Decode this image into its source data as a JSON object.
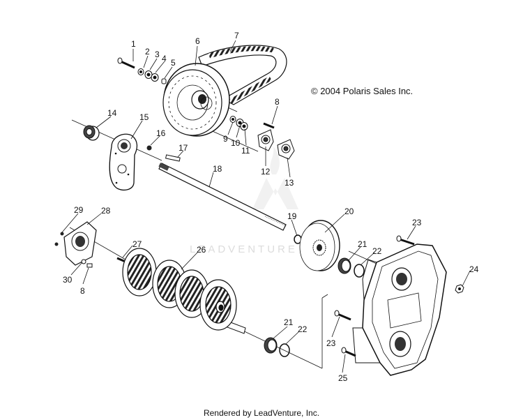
{
  "copyright": "© 2004 Polaris Sales Inc.",
  "footer": "Rendered by LeadVenture, Inc.",
  "watermark": "LEADVENTURE",
  "callouts": [
    {
      "id": "p1",
      "text": "1"
    },
    {
      "id": "p2",
      "text": "2"
    },
    {
      "id": "p3",
      "text": "3"
    },
    {
      "id": "p4",
      "text": "4"
    },
    {
      "id": "p5",
      "text": "5"
    },
    {
      "id": "p6",
      "text": "6"
    },
    {
      "id": "p7",
      "text": "7"
    },
    {
      "id": "p8a",
      "text": "8"
    },
    {
      "id": "p9",
      "text": "9"
    },
    {
      "id": "p10",
      "text": "10"
    },
    {
      "id": "p11",
      "text": "11"
    },
    {
      "id": "p12",
      "text": "12"
    },
    {
      "id": "p13",
      "text": "13"
    },
    {
      "id": "p14",
      "text": "14"
    },
    {
      "id": "p15",
      "text": "15"
    },
    {
      "id": "p16",
      "text": "16"
    },
    {
      "id": "p17",
      "text": "17"
    },
    {
      "id": "p18",
      "text": "18"
    },
    {
      "id": "p19",
      "text": "19"
    },
    {
      "id": "p20",
      "text": "20"
    },
    {
      "id": "p21a",
      "text": "21"
    },
    {
      "id": "p22a",
      "text": "22"
    },
    {
      "id": "p23a",
      "text": "23"
    },
    {
      "id": "p24",
      "text": "24"
    },
    {
      "id": "p26",
      "text": "26"
    },
    {
      "id": "p27",
      "text": "27"
    },
    {
      "id": "p28",
      "text": "28"
    },
    {
      "id": "p29",
      "text": "29"
    },
    {
      "id": "p30",
      "text": "30"
    },
    {
      "id": "p8b",
      "text": "8"
    },
    {
      "id": "p21b",
      "text": "21"
    },
    {
      "id": "p22b",
      "text": "22"
    },
    {
      "id": "p23b",
      "text": "23"
    },
    {
      "id": "p25",
      "text": "25"
    }
  ]
}
